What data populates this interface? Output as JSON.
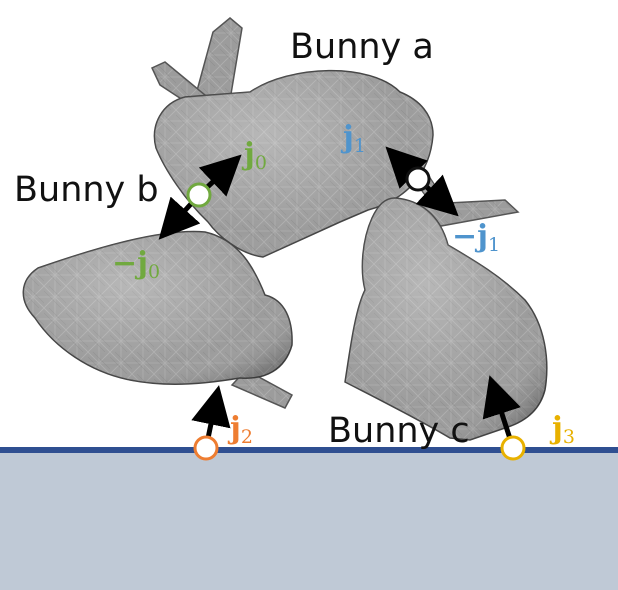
{
  "labels": {
    "bunny_a": "Bunny a",
    "bunny_b": "Bunny b",
    "bunny_c": "Bunny c"
  },
  "joints": {
    "j0": {
      "sign": "",
      "letter": "j",
      "index": "0",
      "color": "#71a93f"
    },
    "neg_j0": {
      "sign": "−",
      "letter": "j",
      "index": "0",
      "color": "#71a93f"
    },
    "j1": {
      "sign": "",
      "letter": "j",
      "index": "1",
      "color": "#4f94cd"
    },
    "neg_j1": {
      "sign": "−",
      "letter": "j",
      "index": "1",
      "color": "#4f94cd"
    },
    "j2": {
      "sign": "",
      "letter": "j",
      "index": "2",
      "color": "#ee7d31"
    },
    "j3": {
      "sign": "",
      "letter": "j",
      "index": "3",
      "color": "#e8b100"
    }
  },
  "colors": {
    "ground_fill": "#bfc9d6",
    "ground_line": "#2f4f91",
    "bunny_fill": "#9e9e9e",
    "contact_green": "#71a93f",
    "contact_black": "#111111",
    "contact_orange": "#ee7d31",
    "contact_yellow": "#e8b100",
    "arrow": "#000000"
  }
}
